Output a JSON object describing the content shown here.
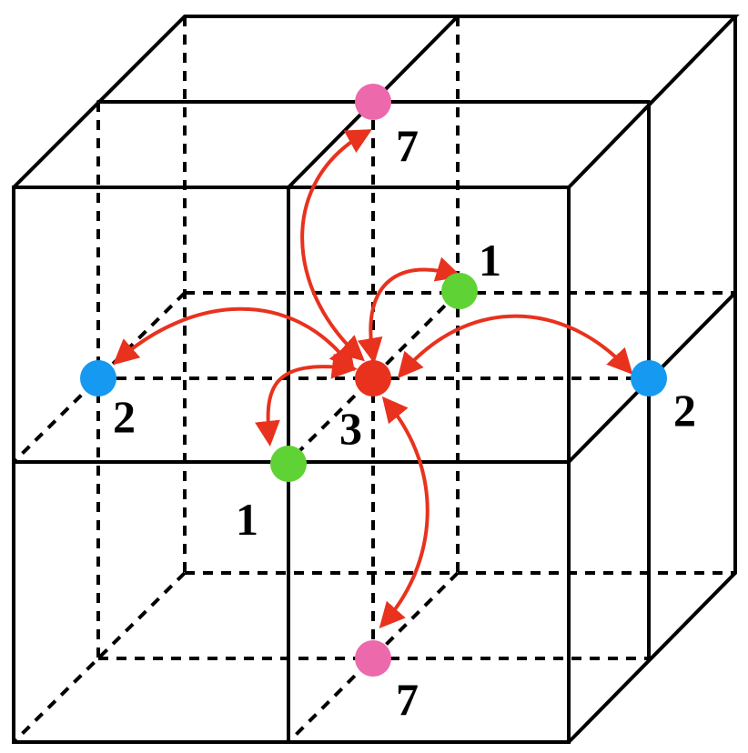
{
  "colors": {
    "center": "#e8321e",
    "weight1": "#5fd235",
    "weight2": "#1699f0",
    "weight7": "#ec69ac",
    "arrow": "#e8321e",
    "edge": "#000000"
  },
  "nodes": {
    "center": {
      "label": "3"
    },
    "green_back": {
      "label": "1"
    },
    "green_front": {
      "label": "1"
    },
    "blue_left": {
      "label": "2"
    },
    "blue_right": {
      "label": "2"
    },
    "pink_top": {
      "label": "7"
    },
    "pink_bottom": {
      "label": "7"
    }
  }
}
